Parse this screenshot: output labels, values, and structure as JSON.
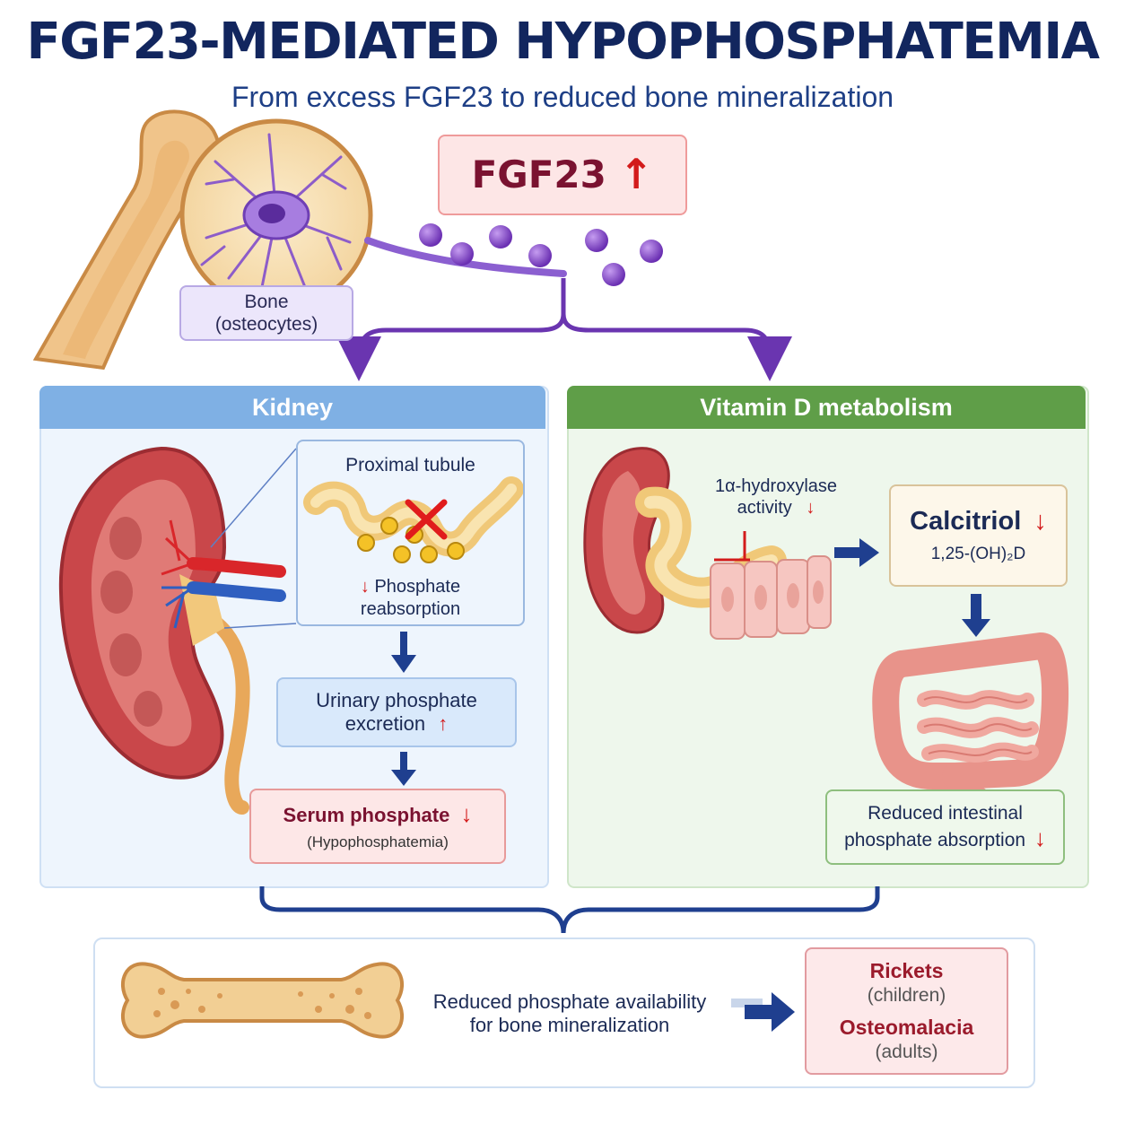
{
  "title": "FGF23-MEDIATED HYPOPHOSPHATEMIA",
  "subtitle": "From excess FGF23 to reduced bone mineralization",
  "colors": {
    "navy": "#12265e",
    "kidney_header": "#7fb0e4",
    "vitd_header": "#5f9e48",
    "fgf_purple": "#7a3fbf",
    "alert_red": "#d31b1b",
    "flow_arrow": "#1f3f8f"
  },
  "fgf23": {
    "label": "FGF23",
    "arrow": "↑"
  },
  "bone": {
    "label_line1": "Bone",
    "label_line2": "(osteocytes)"
  },
  "kidney": {
    "header": "Kidney",
    "tubule_title": "Proximal tubule",
    "tubule_arrow": "↓",
    "tubule_line1": "Phosphate",
    "tubule_line2": "reabsorption",
    "urinary_line1": "Urinary phosphate",
    "urinary_line2": "excretion",
    "urinary_arrow": "↑",
    "serum_main": "Serum phosphate",
    "serum_arrow": "↓",
    "serum_sub": "(Hypophosphatemia)"
  },
  "vitamin_d": {
    "header": "Vitamin D metabolism",
    "hydroxylase_line1": "1α-hydroxylase",
    "hydroxylase_line2": "activity",
    "hydroxylase_arrow": "↓",
    "calcitriol_main": "Calcitriol",
    "calcitriol_arrow": "↓",
    "calcitriol_formula": "1,25-(OH)₂D",
    "intestinal_line1": "Reduced intestinal",
    "intestinal_line2": "phosphate absorption",
    "intestinal_arrow": "↓"
  },
  "bottom": {
    "availability_line1": "Reduced phosphate availability",
    "availability_line2": "for bone mineralization",
    "rickets": "Rickets",
    "rickets_sub": "(children)",
    "osteomalacia": "Osteomalacia",
    "osteomalacia_sub": "(adults)"
  }
}
